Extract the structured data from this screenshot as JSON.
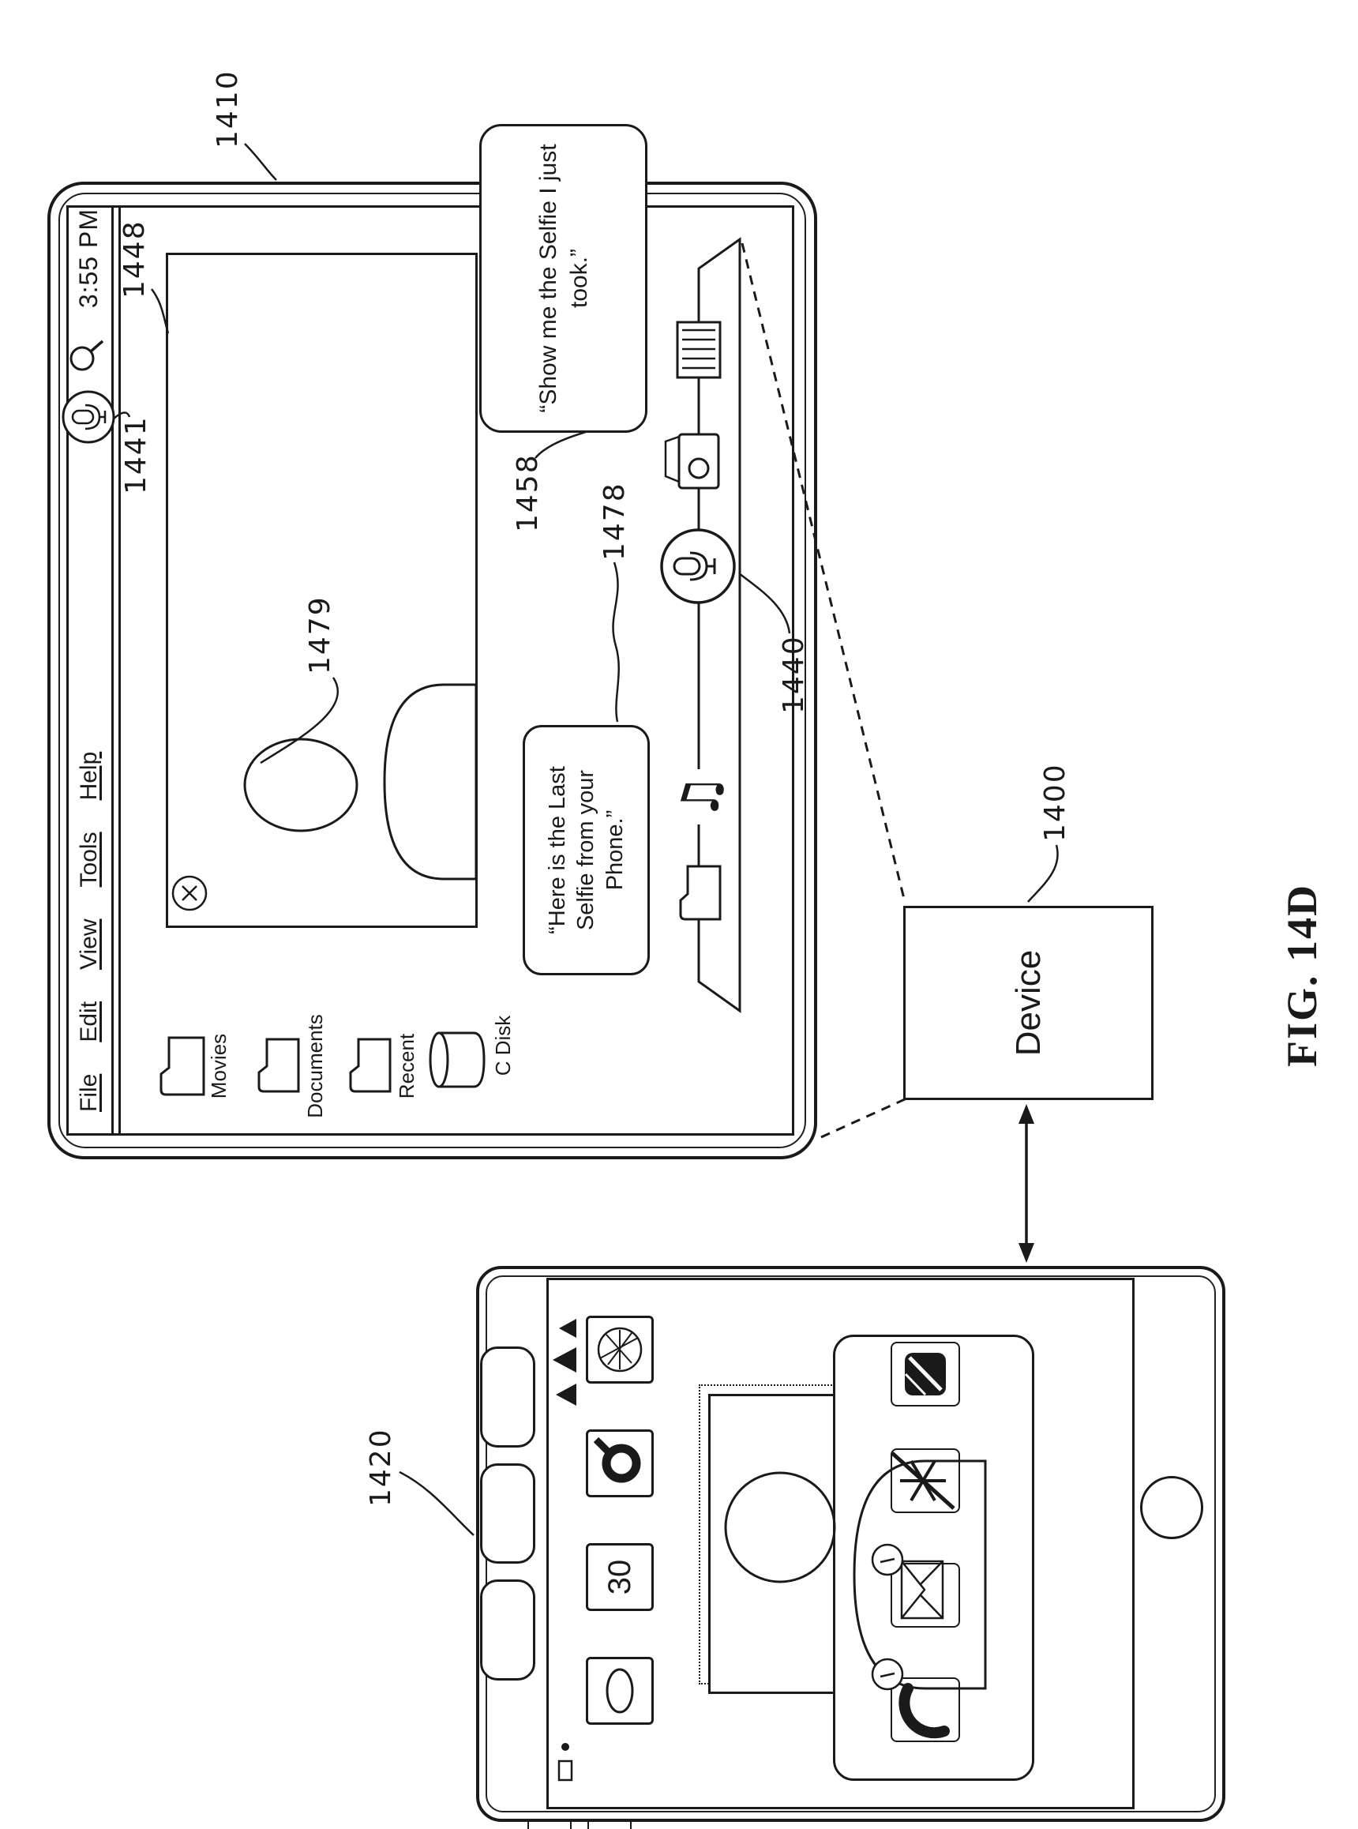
{
  "figure": {
    "label": "FIG. 14D"
  },
  "refs": {
    "laptop": "1410",
    "screen_window": "1448",
    "menu_mic": "1441",
    "query_bubble": "1458",
    "reply_bubble": "1478",
    "selfie": "1479",
    "dock_mic": "1440",
    "device": "1400",
    "phone": "1420"
  },
  "laptop": {
    "menu_items": [
      "File",
      "Edit",
      "View",
      "Tools",
      "Help"
    ],
    "clock": "3:55 PM",
    "sidebar_items": [
      "Movies",
      "Documents",
      "Recent",
      "C Disk"
    ],
    "query_lines": [
      "“Show me the Selfie I just",
      "took.”"
    ],
    "reply_lines": [
      "“Here is the Last",
      "Selfie from your",
      "Phone.”"
    ]
  },
  "device": {
    "label": "Device"
  },
  "phone": {
    "calendar_icon_text": "30"
  },
  "icons": {
    "music_note_glyph": "♫"
  },
  "colors": {
    "ink": "#1a1a1a",
    "background": "#ffffff"
  }
}
